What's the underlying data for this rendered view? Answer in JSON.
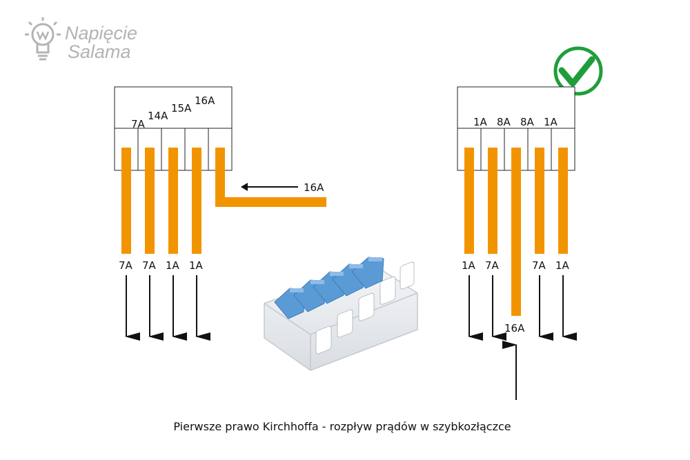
{
  "logo": {
    "line1": "Napięcie",
    "line2": "Salama"
  },
  "left_connector": {
    "top_labels": [
      "7A",
      "14A",
      "15A",
      "16A"
    ],
    "input_label": "16A",
    "output_labels": [
      "7A",
      "7A",
      "1A",
      "1A"
    ]
  },
  "right_connector": {
    "top_labels": [
      "1A",
      "8A",
      "8A",
      "1A"
    ],
    "output_labels": [
      "1A",
      "7A",
      "7A",
      "1A"
    ],
    "input_label": "16A"
  },
  "caption": "Pierwsze prawo Kirchhoffa - rozpływ prądów w szybkozłączce",
  "colors": {
    "wire": "#F29400",
    "check": "#1E9E3A",
    "connector_blue": "#5B9BD5",
    "logo": "#B3B3B3"
  },
  "icons": [
    "lightbulb-logo-icon",
    "checkmark-icon",
    "arrow-icon",
    "quick-connector-image"
  ]
}
